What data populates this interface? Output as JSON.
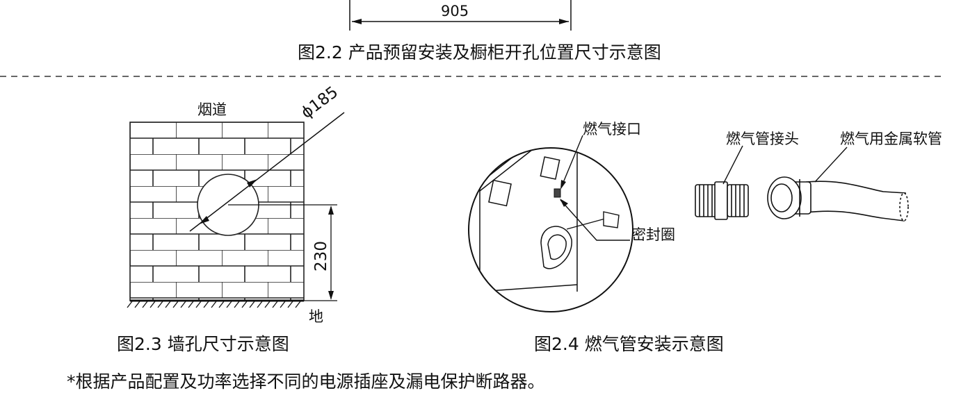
{
  "fig22": {
    "dimension": "905",
    "caption": "图2.2 产品预留安装及橱柜开孔位置尺寸示意图"
  },
  "fig23": {
    "flue_label": "烟道",
    "diameter_label": "ϕ185",
    "height_dim": "230",
    "ground_label": "地",
    "caption": "图2.3 墙孔尺寸示意图"
  },
  "fig24": {
    "gas_inlet_label": "燃气接口",
    "fitting_label": "燃气管接头",
    "hose_label": "燃气用金属软管",
    "seal_label": "密封圈",
    "caption": "图2.4 燃气管安装示意图"
  },
  "note": "*根据产品配置及功率选择不同的电源插座及漏电保护断路器。"
}
